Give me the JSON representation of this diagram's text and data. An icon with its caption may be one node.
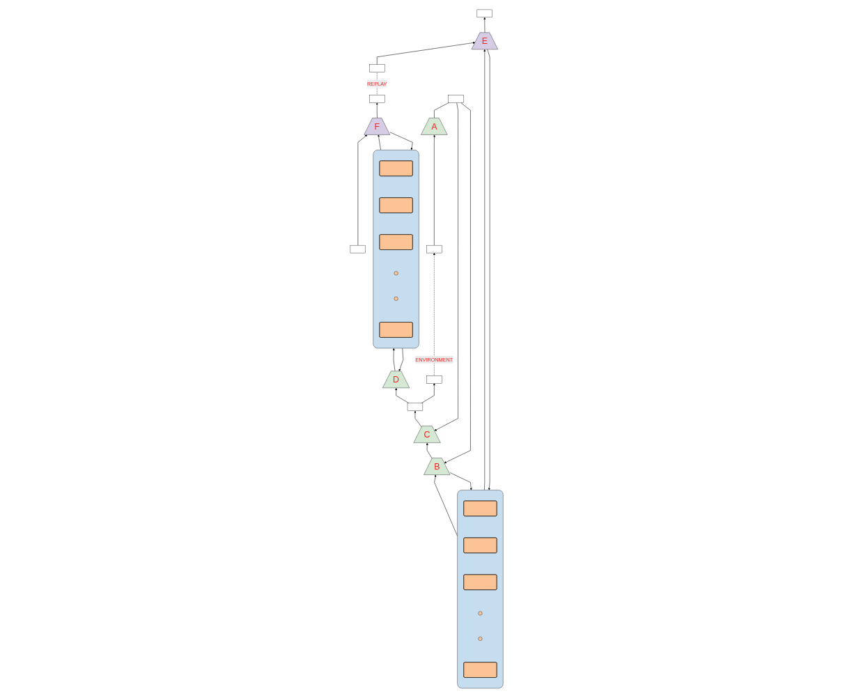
{
  "diagram": {
    "nodes": [
      {
        "text": [],
        "shape": "box"
      },
      {
        "text": [],
        "shape": "box"
      },
      {
        "text": [],
        "shape": "bar",
        "in": 1
      },
      {
        "text": [],
        "shape": "bar",
        "in": 1
      },
      {
        "text": [],
        "shape": "bar",
        "in": 1
      },
      {
        "text": [],
        "shape": "circle",
        "in": 1
      },
      {
        "text": [],
        "shape": "circle",
        "in": 1
      },
      {
        "text": [],
        "shape": "bar",
        "in": 1
      },
      {
        "text": [
          "D"
        ]
      },
      {
        "text": [],
        "shape": "box"
      },
      {
        "text": [
          "F"
        ]
      },
      {
        "text": [],
        "shape": "box"
      },
      {
        "text": [],
        "shape": "box"
      },
      {
        "text": [
          "C"
        ]
      },
      {
        "text": [],
        "shape": "box"
      },
      {
        "text": [],
        "shape": "bar",
        "in": 14
      },
      {
        "text": [],
        "shape": "bar",
        "in": 14
      },
      {
        "text": [],
        "shape": "bar",
        "in": 14
      },
      {
        "text": [],
        "shape": "circle",
        "in": 14
      },
      {
        "text": [],
        "shape": "circle",
        "in": 14
      },
      {
        "text": [],
        "shape": "bar",
        "in": 14
      },
      {
        "text": [
          "B"
        ]
      },
      {
        "text": [
          "E"
        ]
      },
      {
        "text": [],
        "shape": "box"
      },
      {
        "text": [],
        "shape": "box"
      },
      {
        "text": [],
        "shape": "box"
      },
      {
        "text": [
          "A"
        ]
      },
      {
        "text": [],
        "shape": "box"
      }
    ],
    "edges": [
      {
        "from": 27,
        "to": 26,
        "arrow": "to"
      },
      {
        "from": 26,
        "to": 25,
        "arrow": "none"
      },
      {
        "from": 25,
        "to": 13,
        "arrow": "to"
      },
      {
        "from": 25,
        "to": 21,
        "arrow": "to"
      },
      {
        "from": 21,
        "to": 13,
        "arrow": "to"
      },
      {
        "from": 13,
        "to": 11,
        "arrow": "to"
      },
      {
        "from": 11,
        "to": 0,
        "arrow": "to"
      },
      {
        "from": 11,
        "to": 8,
        "arrow": "to"
      },
      {
        "from": 0,
        "to": 27,
        "arrow": "to",
        "label": "ENVIRONMENT",
        "style": "dashed"
      },
      {
        "from": 8,
        "to": 1,
        "arrow": "to"
      },
      {
        "from": 1,
        "to": 8,
        "arrow": "to"
      },
      {
        "from": 10,
        "to": 1,
        "arrow": "to"
      },
      {
        "from": 1,
        "to": 10,
        "arrow": "to"
      },
      {
        "from": 9,
        "to": 10,
        "arrow": "to"
      },
      {
        "from": 10,
        "to": 12,
        "arrow": "to"
      },
      {
        "from": 12,
        "to": 23,
        "arrow": "none",
        "label": "REPLAY",
        "style": "dashed"
      },
      {
        "from": 21,
        "to": 14,
        "arrow": "to"
      },
      {
        "from": 14,
        "to": 21,
        "arrow": "to"
      },
      {
        "from": 22,
        "to": 14,
        "arrow": "to"
      },
      {
        "from": 14,
        "to": 22,
        "arrow": "to"
      },
      {
        "from": 23,
        "to": 22,
        "arrow": "to"
      },
      {
        "from": 22,
        "to": 24,
        "arrow": "to"
      }
    ]
  }
}
